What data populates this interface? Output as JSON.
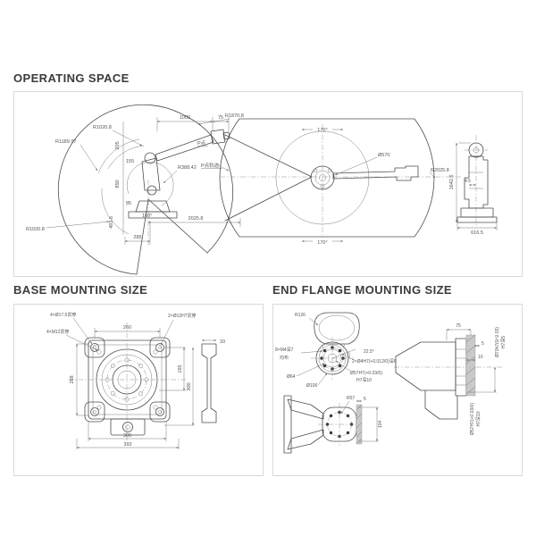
{
  "page": {
    "background": "#ffffff"
  },
  "operating_space": {
    "title": "OPERATING SPACE",
    "side": {
      "r1870": "R1870.8",
      "r1020_top": "R1020.8",
      "r1189": "R1189.97",
      "r1020_bottom": "R1020.8",
      "r388": "R388.42",
      "d1000": "1000",
      "d75": "75",
      "d205": "205",
      "d155": "155",
      "d850": "850",
      "d85": "85",
      "d493": "493.6",
      "a160": "160°",
      "d285": "285",
      "d2025": "2025.8",
      "p_point": "P点",
      "p_trace": "P点轨迹"
    },
    "top": {
      "a170_top": "170°",
      "a170_bottom": "170°",
      "dia570": "Ø570",
      "r2025": "R2025.8"
    },
    "right": {
      "d1642": "1642.6",
      "d45": "4.5",
      "d616": "616.5"
    }
  },
  "base_mounting": {
    "title": "BASE MOUNTING SIZE",
    "labels": {
      "h175": "4×Ø17.5贯穿",
      "h12": "2×Ø12H7贯穿",
      "hm12": "4×M12贯穿"
    },
    "dims": {
      "d260": "260",
      "d268": "268",
      "d165": "165",
      "d300r": "300",
      "d33": "33",
      "d300b": "300",
      "d392": "392"
    }
  },
  "end_flange": {
    "title": "END FLANGE MOUNTING SIZE",
    "labels": {
      "r126": "R126",
      "m4": "8×M4深7",
      "even": "均布",
      "a225": "22.5°",
      "h4": "2×Ø4H7(+0.012/0)深6",
      "dia64": "Ø64",
      "dia106": "Ø106",
      "dia57": "Ø57H7(+0.03/0)",
      "h7d10": "H7深10",
      "r57": "R57"
    },
    "dims": {
      "d5a": "5",
      "d104": "104",
      "d75": "75",
      "d5b": "5",
      "d10": "10",
      "dia70r": "Ø70h7(0/-0.03)",
      "h7d5": "H7深5",
      "dia57r": "Ø57H7(+0.03/0)",
      "h7d10r": "H7深10"
    }
  }
}
